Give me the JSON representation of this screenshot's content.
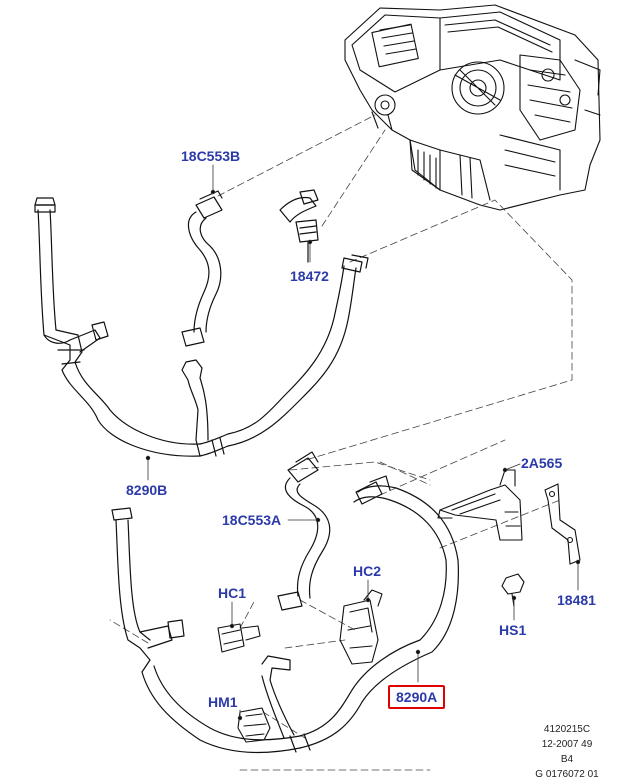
{
  "diagram": {
    "labels": {
      "l18c553b": "18C553B",
      "l18472": "18472",
      "l8290b": "8290B",
      "l18c553a": "18C553A",
      "l2a565": "2A565",
      "lhc2": "HC2",
      "lhc1": "HC1",
      "l18481": "18481",
      "lhs1": "HS1",
      "lhm1": "HM1",
      "l8290a": "8290A"
    },
    "highlighted_part": "8290A",
    "highlight_color": "#e00000",
    "label_color": "#2b3aa8",
    "reference": {
      "line1": "4120215C",
      "line2": "12-2007 49",
      "line3": "B4",
      "line4": "G 0176072 01"
    }
  }
}
